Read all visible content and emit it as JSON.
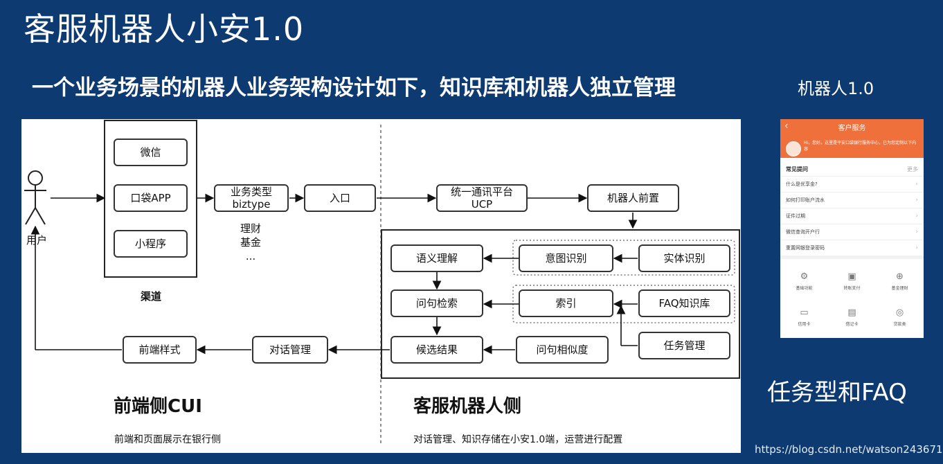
{
  "slide": {
    "title": "客服机器人小安1.0",
    "subtitle": "一个业务场景的机器人业务架构设计如下，知识库和机器人独立管理",
    "right_title": "机器人1.0",
    "bottom_right_title": "任务型和FAQ",
    "watermark": "https://blog.csdn.net/watson243671"
  },
  "diagram": {
    "user_label": "用户",
    "channels": [
      "微信",
      "口袋APP",
      "小程序"
    ],
    "channels_label": "渠道",
    "biztype": "业务类型\nbiztype",
    "biztype_examples": [
      "理财",
      "基金",
      "..."
    ],
    "entry": "入口",
    "ucp": "统一通讯平台\nUCP",
    "robot_front": "机器人前置",
    "semantic": "语义理解",
    "intent": "意图识别",
    "entity": "实体识别",
    "retrieval": "问句检索",
    "index": "索引",
    "faq_kb": "FAQ知识库",
    "candidates": "候选结果",
    "similarity": "问句相似度",
    "task_mgmt": "任务管理",
    "dialog_mgmt": "对话管理",
    "front_style": "前端样式",
    "left_title": "前端侧CUI",
    "left_desc": "前端和页面展示在银行侧",
    "right_side_title": "客服机器人侧",
    "right_side_desc": "对话管理、知识存储在小安1.0端，运营进行配置"
  },
  "phone": {
    "header_title": "客户服务",
    "back_icon": "chevron-left-icon",
    "greeting": "Hi，您好。这里是平安口袋银行服务中心，已为您定制以下内容",
    "faq_title": "常见提问",
    "faq_more": "更多",
    "faqs": [
      "什么是优享金?",
      "如何打印账户流水",
      "证件过期",
      "微信查询开户行",
      "重置网银登录密码"
    ],
    "grid": [
      {
        "icon": "gear-icon",
        "label": "基础功能"
      },
      {
        "icon": "wallet-icon",
        "label": "转账支付"
      },
      {
        "icon": "lock-icon",
        "label": "基金理财"
      },
      {
        "icon": "card-icon",
        "label": "信用卡"
      },
      {
        "icon": "id-card-icon",
        "label": "借记卡"
      },
      {
        "icon": "coin-icon",
        "label": "贷款类"
      }
    ]
  },
  "colors": {
    "background": "#0d3a70",
    "panel": "#ffffff",
    "phone_header": "#f0703c"
  }
}
